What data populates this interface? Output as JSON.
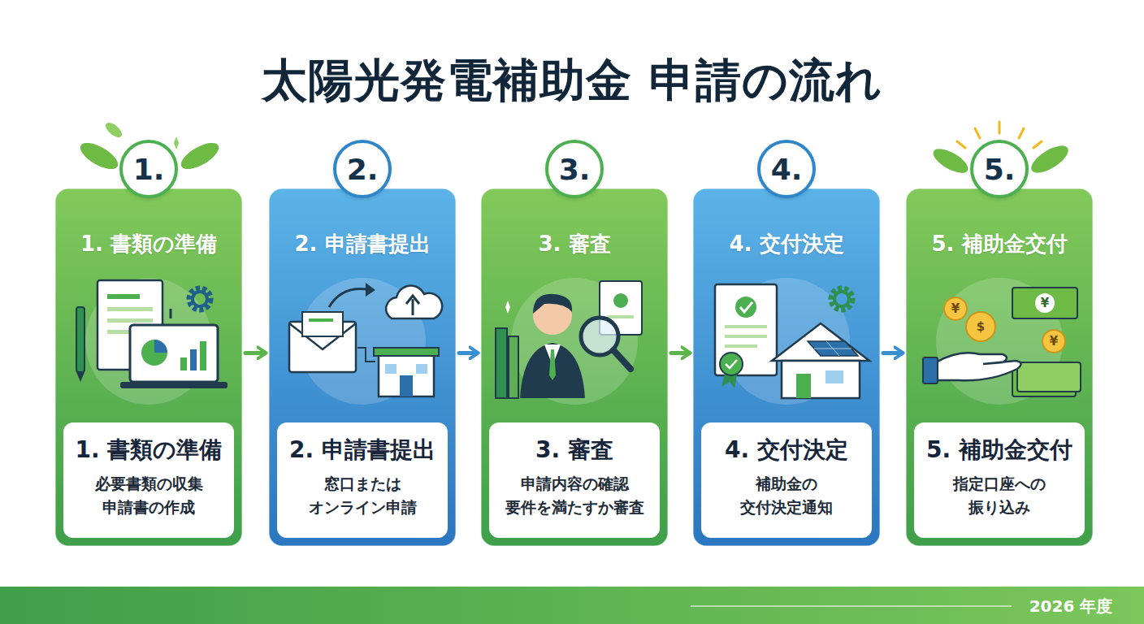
{
  "diagram": {
    "title": "太陽光発電補助金 申請の流れ",
    "nodes": [
      {
        "text": [
          "1. 書類の準備"
        ]
      },
      {
        "text": [
          "1."
        ],
        "in": 0
      },
      {
        "text": [
          "1. 書類の準備",
          "必要書類の収集 申請書の作成"
        ],
        "in": 0
      },
      {
        "text": [
          "2. 申請書提出"
        ]
      },
      {
        "text": [
          "2."
        ],
        "in": 3
      },
      {
        "text": [
          "2. 申請書提出",
          "窓口または オンライン申請"
        ],
        "in": 3
      },
      {
        "text": [
          "3. 審査"
        ]
      },
      {
        "text": [
          "3."
        ],
        "in": 6
      },
      {
        "text": [
          "3. 審査",
          "申請内容の確認 要件を満たすか審査"
        ],
        "in": 6
      },
      {
        "text": [
          "4. 交付決定"
        ]
      },
      {
        "text": [
          "4."
        ],
        "in": 9
      },
      {
        "text": [
          "4. 交付決定",
          "補助金の 交付決定通知"
        ],
        "in": 9
      },
      {
        "text": [
          "5. 補助金交付"
        ]
      },
      {
        "text": [
          "5."
        ],
        "in": 12
      },
      {
        "text": [
          "5. 補助金交付",
          "指定口座への 振り込み"
        ],
        "in": 12
      }
    ],
    "edges": [
      {
        "from": 0,
        "to": 3,
        "arrow": "to"
      },
      {
        "from": 3,
        "to": 6,
        "arrow": "to"
      },
      {
        "from": 6,
        "to": 9,
        "arrow": "to"
      },
      {
        "from": 9,
        "to": 12,
        "arrow": "to"
      }
    ],
    "labels": [
      "¥",
      "$",
      "¥",
      "¥",
      "2026 年度"
    ]
  }
}
